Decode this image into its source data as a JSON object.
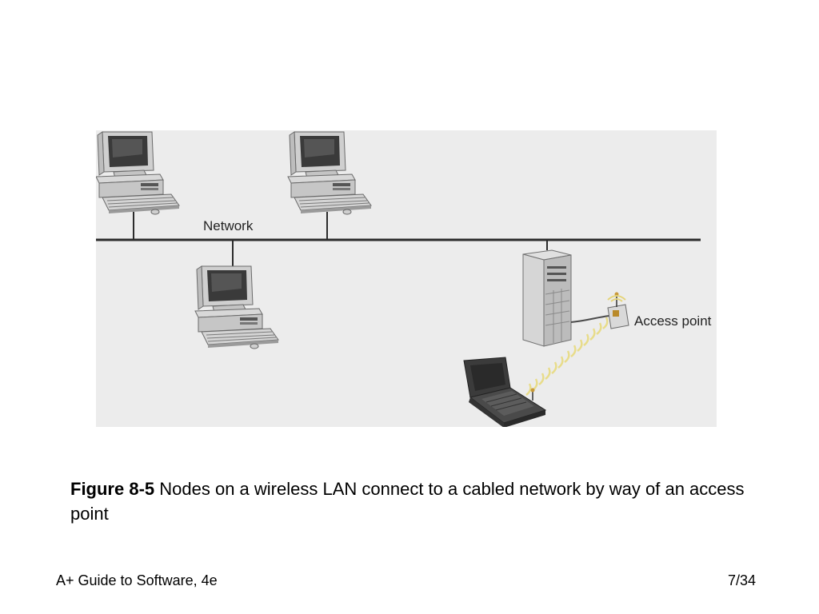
{
  "figure": {
    "network_label": "Network",
    "access_point_label": "Access point"
  },
  "caption": {
    "figure_number": "Figure 8-5",
    "text": " Nodes on a wireless LAN connect to a cabled network by way of an access point"
  },
  "footer": {
    "title": "A+ Guide to Software, 4e",
    "page": "7/34"
  }
}
